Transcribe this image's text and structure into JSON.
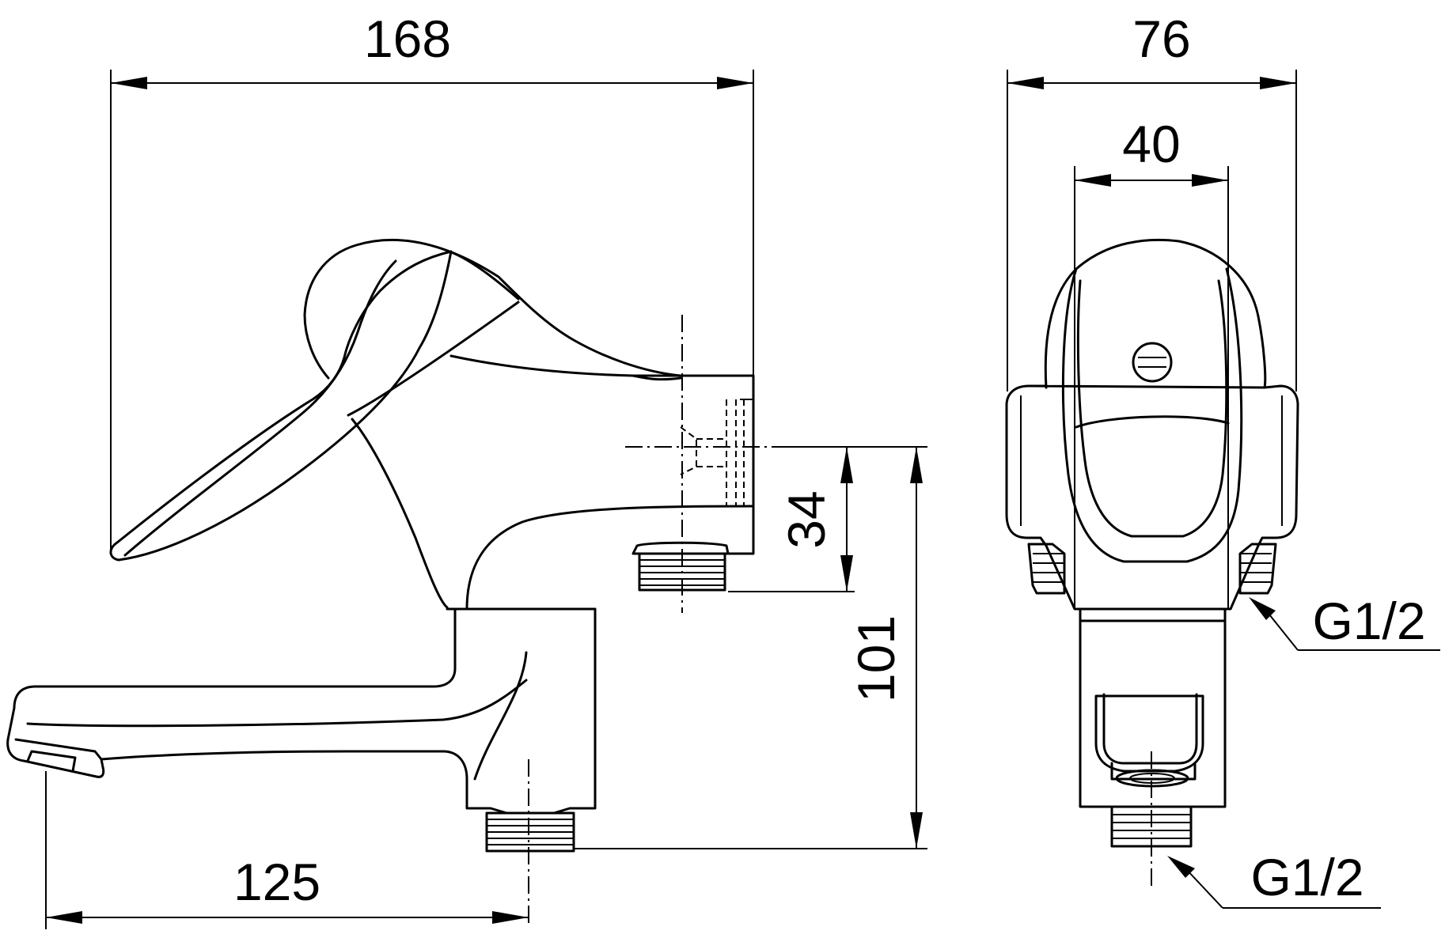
{
  "drawing": {
    "views": [
      "side-view",
      "front-view"
    ],
    "dimensions": {
      "overall_length": "168",
      "spout_reach": "125",
      "inlet_height": "34",
      "total_height": "101",
      "overall_width": "76",
      "body_width": "40"
    },
    "threads": {
      "side_inlet": "G1/2",
      "bottom_outlet": "G1/2"
    }
  }
}
